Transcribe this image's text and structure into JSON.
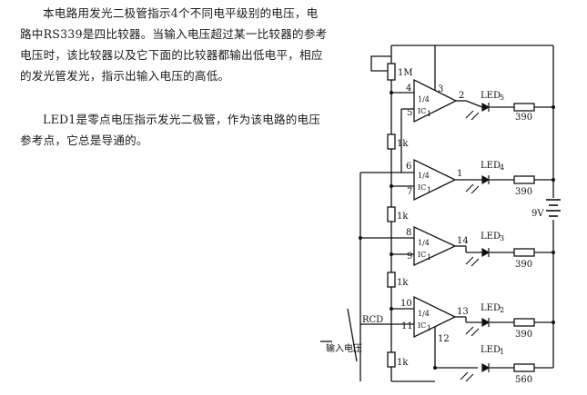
{
  "description": {
    "paragraph1": "本电路用发光二极管指示4个不同电平级别的电压，电路中RS339是四比较器。当输入电压超过某一比较器的参考电压时，该比较器以及它下面的比较器都输出低电平，相应的发光管发光，指示出输入电压的高低。",
    "paragraph2": "LED1是零点电压指示发光二极管，作为该电路的电压参考点，它总是导通的。"
  },
  "circuit": {
    "pot_label": "1M",
    "supply_label": "9V",
    "input_label": "输入电压",
    "rcd_label": "RCD",
    "ic_top": "1/4",
    "ic_bottom": "IC",
    "ic_sub": "1",
    "comparators": [
      {
        "pin_minus": "4",
        "pin_plus": "5",
        "pin_out": "2",
        "pin_aux": "3",
        "led": "LED",
        "led_sub": "5",
        "resistor": "390"
      },
      {
        "pin_minus": "6",
        "pin_plus": "7",
        "pin_out": "1",
        "led": "LED",
        "led_sub": "4",
        "resistor": "390"
      },
      {
        "pin_minus": "8",
        "pin_plus": "9",
        "pin_out": "14",
        "led": "LED",
        "led_sub": "3",
        "resistor": "390"
      },
      {
        "pin_minus": "10",
        "pin_plus": "11",
        "pin_out": "13",
        "pin_aux": "12",
        "led": "LED",
        "led_sub": "2",
        "resistor": "390"
      }
    ],
    "zero_led": {
      "led": "LED",
      "led_sub": "1",
      "resistor": "560"
    },
    "divider_resistors": [
      "1k",
      "1k",
      "1k",
      "1k"
    ]
  }
}
